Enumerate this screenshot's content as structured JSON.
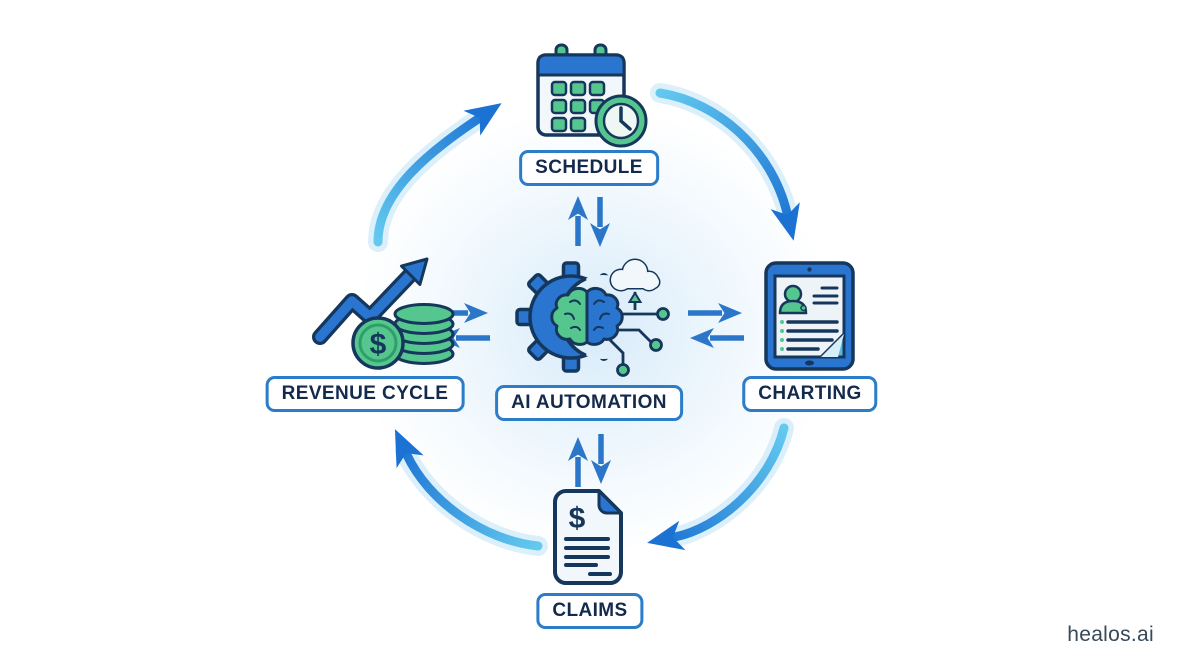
{
  "center": {
    "label": "AI AUTOMATION",
    "icon": "gear-brain-circuit-icon"
  },
  "nodes": {
    "schedule": {
      "label": "SCHEDULE",
      "icon": "calendar-clock-icon"
    },
    "charting": {
      "label": "CHARTING",
      "icon": "tablet-patient-chart-icon"
    },
    "claims": {
      "label": "CLAIMS",
      "icon": "dollar-document-icon"
    },
    "revenue": {
      "label": "REVENUE CYCLE",
      "icon": "growth-arrow-coins-icon"
    }
  },
  "glyphs": {
    "dollar": "$"
  },
  "watermark": "healos.ai",
  "colors": {
    "blue": "#2a75d0",
    "navy": "#16375c",
    "green": "#56c68f",
    "green_dark": "#2f9e68",
    "light": "#f2f7fb",
    "teal": "#55b8dc",
    "label_border": "#2b7cc9",
    "label_text": "#142a4d",
    "arrow_dark": "#1b72d2",
    "arrow_light": "#63c9ef",
    "glow": "#d6eaf9",
    "watermark": "#384957"
  }
}
